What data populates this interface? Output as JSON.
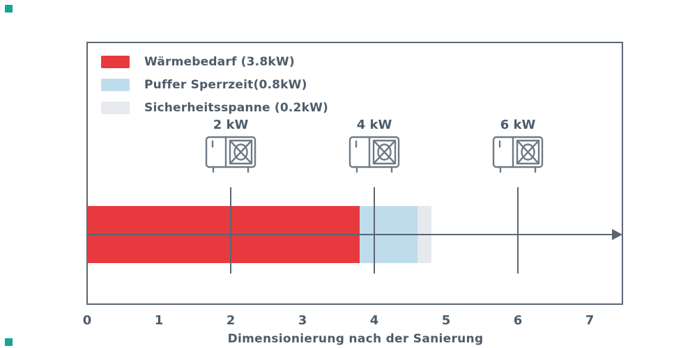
{
  "accents": {
    "frame_color": "#5a6570",
    "text_color": "#4d5c6b",
    "icon_stroke": "#6e7a85",
    "corner_marker_color": "#17a398"
  },
  "chart_data": {
    "type": "bar",
    "orientation": "horizontal",
    "stacked": true,
    "xlabel": "Dimensionierung nach der Sanierung",
    "xlim": [
      0,
      7
    ],
    "x_ticks": [
      0,
      1,
      2,
      3,
      4,
      5,
      6,
      7
    ],
    "grid": false,
    "legend_position": "top-left-inside",
    "series": [
      {
        "name": "Wärmebedarf (3.8kW)",
        "value": 3.8,
        "start": 0,
        "end": 3.8,
        "color": "#e83a3e"
      },
      {
        "name": "Puffer Sperrzeit(0.8kW)",
        "value": 0.8,
        "start": 3.8,
        "end": 4.6,
        "color": "#bedcec"
      },
      {
        "name": "Sicherheitsspanne (0.2kW)",
        "value": 0.2,
        "start": 4.6,
        "end": 4.8,
        "color": "#e6e9ed"
      }
    ],
    "stacked_total": 4.8,
    "markers": [
      {
        "label": "2 kW",
        "x": 2,
        "icon": "heat-pump-icon"
      },
      {
        "label": "4 kW",
        "x": 4,
        "icon": "heat-pump-icon"
      },
      {
        "label": "6 kW",
        "x": 6,
        "icon": "heat-pump-icon"
      }
    ]
  }
}
